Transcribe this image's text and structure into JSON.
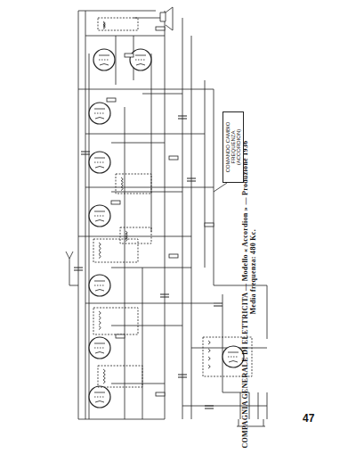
{
  "diagram": {
    "title": "COMPAGNIA GENERALE DI ELETTRICITA — Modello « Accordion » — Produzione 1936",
    "caption": "Media frequenza: 480 Kc.",
    "nodes": [
      {
        "text": [
          "COMANDO CAMBIO FREQUENZA (ACCORDION)"
        ]
      }
    ],
    "labels": [
      "47"
    ]
  }
}
